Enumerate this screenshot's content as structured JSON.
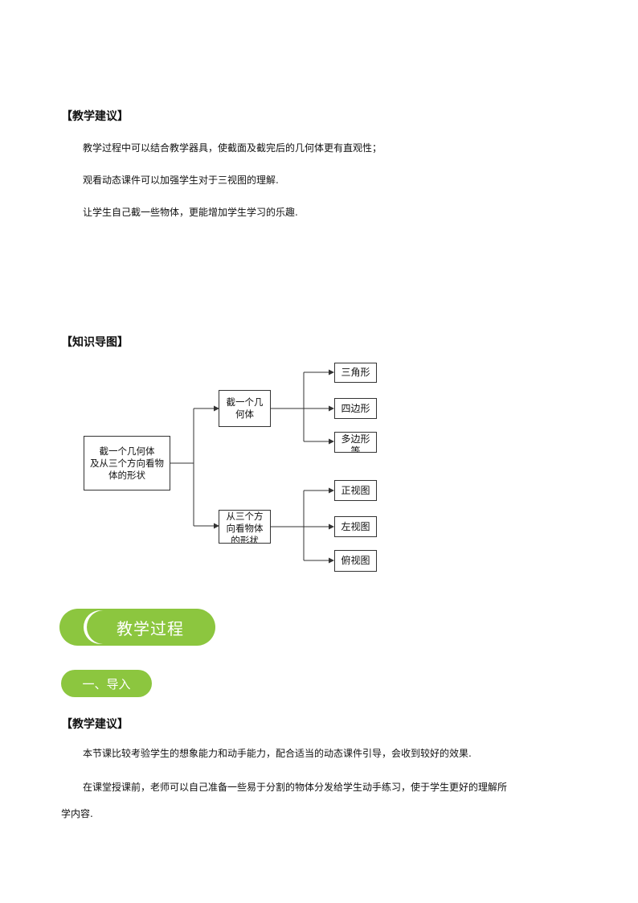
{
  "section1": {
    "heading": "【教学建议】",
    "paragraphs": [
      "教学过程中可以结合教学器具，使截面及截完后的几何体更有直观性；",
      "观看动态课件可以加强学生对于三视图的理解.",
      "让学生自己截一些物体，更能增加学生学习的乐趣."
    ]
  },
  "section2": {
    "heading": "【知识导图】",
    "mindmap": {
      "root": [
        "截一个几何体",
        "及从三个方向看物",
        "体的形状"
      ],
      "branch1": [
        "截一个几",
        "何体"
      ],
      "branch1_leaves": [
        [
          "三角形"
        ],
        [
          "四边形"
        ],
        [
          "多边形",
          "等"
        ]
      ],
      "branch2": [
        "从三个方",
        "向看物体",
        "的形状"
      ],
      "branch2_leaves": [
        [
          "正视图"
        ],
        [
          "左视图"
        ],
        [
          "俯视图"
        ]
      ]
    }
  },
  "banner": {
    "title": "教学过程"
  },
  "subbanner": {
    "title": "一、导入"
  },
  "section3": {
    "heading": "【教学建议】",
    "paragraphs": [
      "本节课比较考验学生的想象能力和动手能力，配合适当的动态课件引导，会收到较好的效果.",
      "在课堂授课前，老师可以自己准备一些易于分割的物体分发给学生动手练习，使于学生更好的理解所",
      "学内容."
    ]
  }
}
